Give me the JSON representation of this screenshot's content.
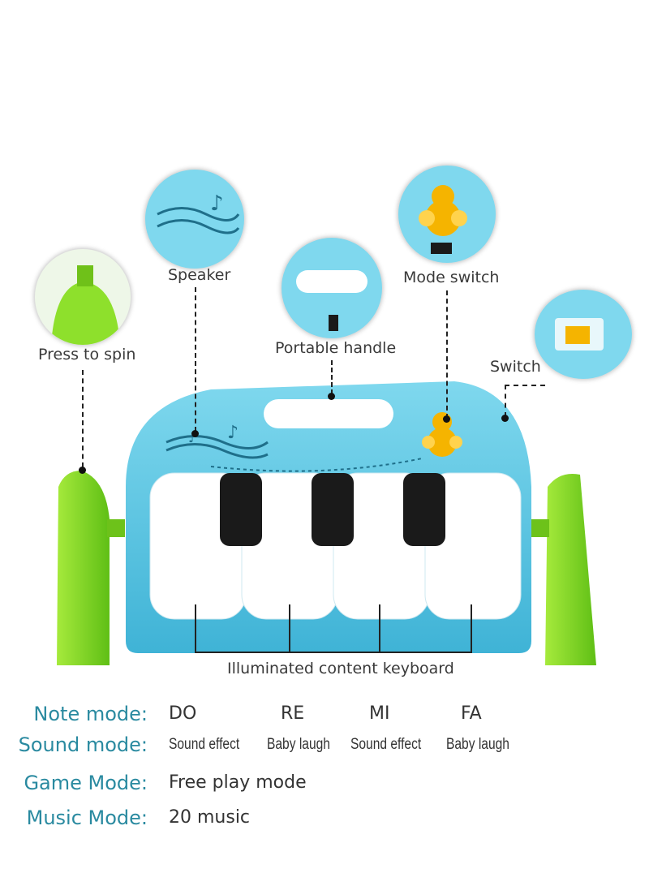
{
  "callouts": {
    "press_to_spin": "Press to spin",
    "speaker": "Speaker",
    "portable_handle": "Portable handle",
    "mode_switch": "Mode switch",
    "switch": "Switch",
    "keyboard": "Illuminated content keyboard"
  },
  "modes": [
    {
      "name": "Note mode:",
      "values": [
        "DO",
        "RE",
        "MI",
        "FA"
      ]
    },
    {
      "name": "Sound mode:",
      "values": [
        "Sound effect",
        "Baby laugh",
        "Sound effect",
        "Baby laugh"
      ]
    },
    {
      "name": "Game Mode:",
      "values": [
        "Free play mode"
      ]
    },
    {
      "name": "Music Mode:",
      "values": [
        "20 music"
      ]
    }
  ],
  "colors": {
    "toy_blue": "#5cc8e3",
    "toy_green": "#7ed321",
    "mode_label": "#2a8aa0",
    "key_white": "#ffffff",
    "key_black": "#1a1a1a",
    "bee_yellow": "#f5b400"
  }
}
